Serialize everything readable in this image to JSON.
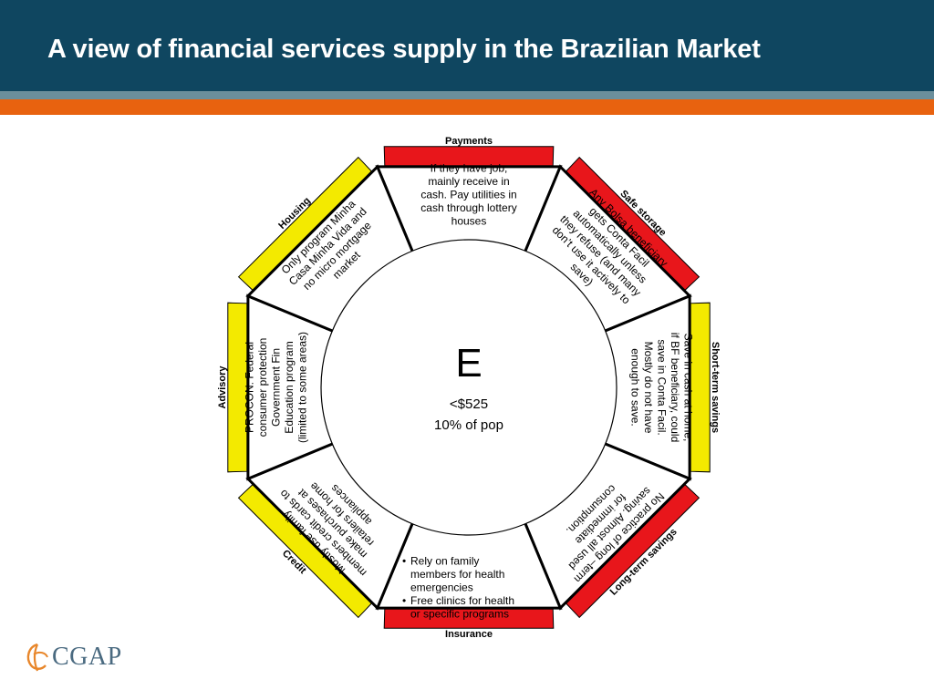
{
  "title": "A view of financial services supply in the Brazilian Market",
  "center": {
    "letter": "E",
    "income": "<$525",
    "population": "10% of pop"
  },
  "segments": [
    {
      "id": "payments",
      "label": "Payments",
      "tab_color": "#e8161b",
      "lines": [
        "If they have job,",
        "mainly receive in",
        "cash. Pay utilities in",
        "cash through lottery",
        "houses"
      ]
    },
    {
      "id": "safe-storage",
      "label": "Safe storage",
      "tab_color": "#e8161b",
      "lines": [
        "Any Bolsa beneficiary",
        "gets Conta Facil",
        "automatically unless",
        "they refuse (and many",
        "don’t use it actively to",
        "save)"
      ]
    },
    {
      "id": "short-term-savings",
      "label": "Short-term savings",
      "tab_color": "#f3ea00",
      "lines": [
        "Save in cash at home,",
        "if BF beneficiary, could",
        "save in Conta Facil.",
        "Mostly do not have",
        "enough to save."
      ]
    },
    {
      "id": "long-term-savings",
      "label": "Long-term savings",
      "tab_color": "#e8161b",
      "lines": [
        "No practice of long –term",
        "saving. Almost all used",
        "for immediate",
        "consumption."
      ]
    },
    {
      "id": "insurance",
      "label": "Insurance",
      "tab_color": "#e8161b",
      "bullets": [
        "Rely on family members for health emergencies",
        "Free clinics for health or specific programs"
      ]
    },
    {
      "id": "credit",
      "label": "Credit",
      "tab_color": "#f3ea00",
      "lines": [
        "Mostly use family",
        "members credit cards to",
        "make purchases at",
        "retailers for home",
        "appliances"
      ]
    },
    {
      "id": "advisory",
      "label": "Advisory",
      "tab_color": "#f3ea00",
      "lines": [
        "PROCON: Federal",
        "consumer protection",
        "Government Fin",
        "Education program",
        "(limited to some areas)"
      ]
    },
    {
      "id": "housing",
      "label": "Housing",
      "tab_color": "#f3ea00",
      "lines": [
        "Only program Minha",
        "Casa Minha Vida and",
        "no micro mortgage",
        "market"
      ]
    }
  ],
  "logo": {
    "text": "CGAP"
  },
  "colors": {
    "header": "#0f4660",
    "stripe": "#6b8f9c",
    "orange": "#e8620f",
    "red": "#e8161b",
    "yellow": "#f3ea00",
    "logo": "#4a6a80"
  }
}
